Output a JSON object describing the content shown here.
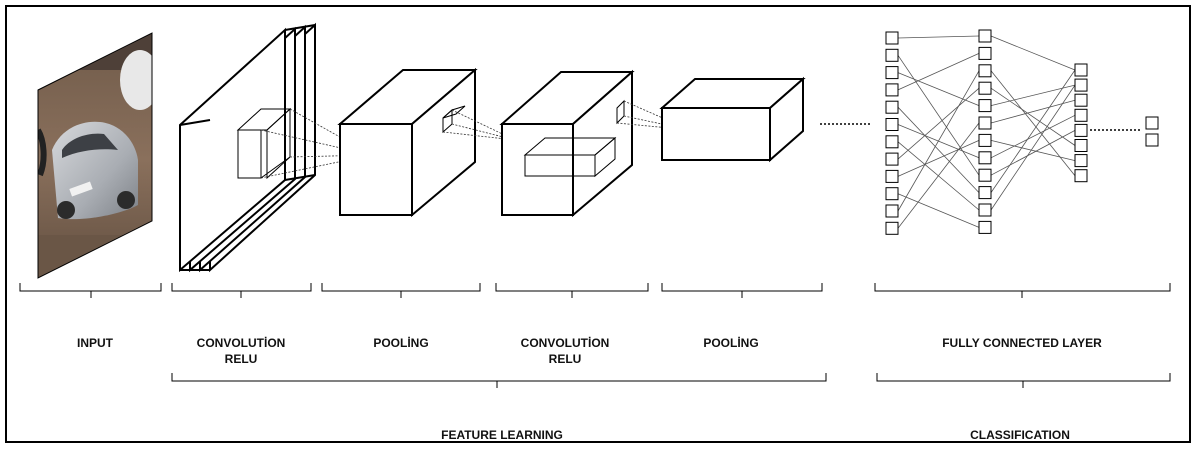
{
  "labels": {
    "input": "INPUT",
    "conv1_line1": "CONVOLUTİON",
    "conv1_line2": "RELU",
    "pool1": "POOLİNG",
    "conv2_line1": "CONVOLUTİON",
    "conv2_line2": "RELU",
    "pool2": "POOLİNG",
    "fc": "FULLY CONNECTED LAYER",
    "feature_learning": "FEATURE LEARNING",
    "classification": "CLASSIFICATION"
  },
  "colors": {
    "stroke": "#000000",
    "fc_link": "#555555",
    "photo_car": "#b9bcc2",
    "photo_background": "#7b6452"
  },
  "icons": {
    "input_image": "car-photo"
  }
}
